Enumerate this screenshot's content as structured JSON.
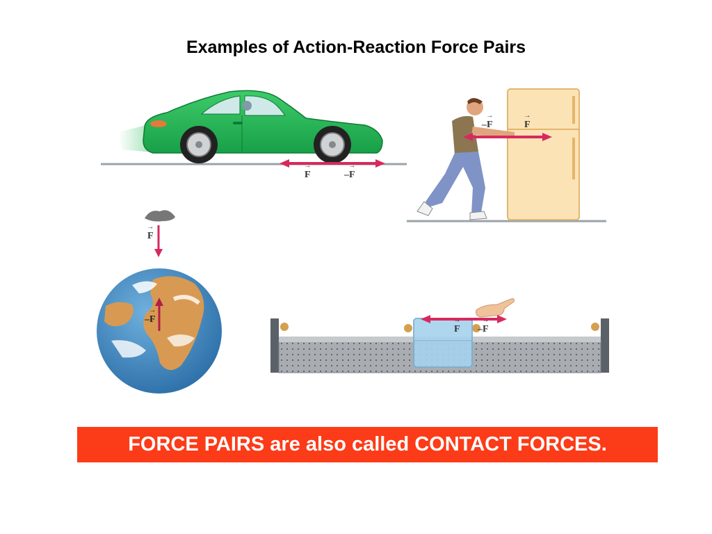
{
  "title": "Examples of Action-Reaction Force Pairs",
  "labels": {
    "force": "F",
    "force_minus_sign": "–",
    "arrow_color": "#d62a5e"
  },
  "scenes": [
    {
      "name": "car",
      "icon": "car-icon"
    },
    {
      "name": "refrigerator",
      "icon": "person-pushing-refrigerator-icon"
    },
    {
      "name": "rock-earth",
      "icon": "earth-globe-icon"
    },
    {
      "name": "air-track",
      "icon": "air-track-glider-icon"
    }
  ],
  "banner": {
    "text": "FORCE PAIRS are also called CONTACT FORCES.",
    "color": "#fc3b18"
  }
}
